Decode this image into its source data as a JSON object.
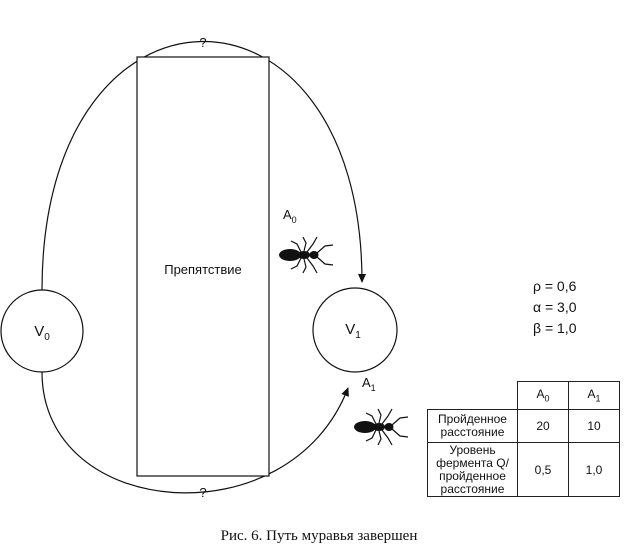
{
  "diagram": {
    "nodes": {
      "v0": {
        "name": "V",
        "sub": "0"
      },
      "v1": {
        "name": "V",
        "sub": "1"
      }
    },
    "obstacle_label": "Препятствие",
    "path_labels": {
      "top": "?",
      "bottom": "?"
    },
    "ants": {
      "a0": {
        "name": "A",
        "sub": "0"
      },
      "a1": {
        "name": "A",
        "sub": "1"
      }
    }
  },
  "params": [
    {
      "symbol": "ρ",
      "eq": " = 0,6"
    },
    {
      "symbol": "α",
      "eq": " = 3,0"
    },
    {
      "symbol": "β",
      "eq": " = 1,0"
    }
  ],
  "table": {
    "columns": [
      {
        "name": "A",
        "sub": "0"
      },
      {
        "name": "A",
        "sub": "1"
      }
    ],
    "rows": [
      {
        "label": "Пройденное расстояние",
        "values": [
          "20",
          "10"
        ]
      },
      {
        "label": "Уровень фермента Q/пройденное расстояние",
        "values": [
          "0,5",
          "1,0"
        ]
      }
    ]
  },
  "caption": "Рис. 6. Путь муравья завершен"
}
